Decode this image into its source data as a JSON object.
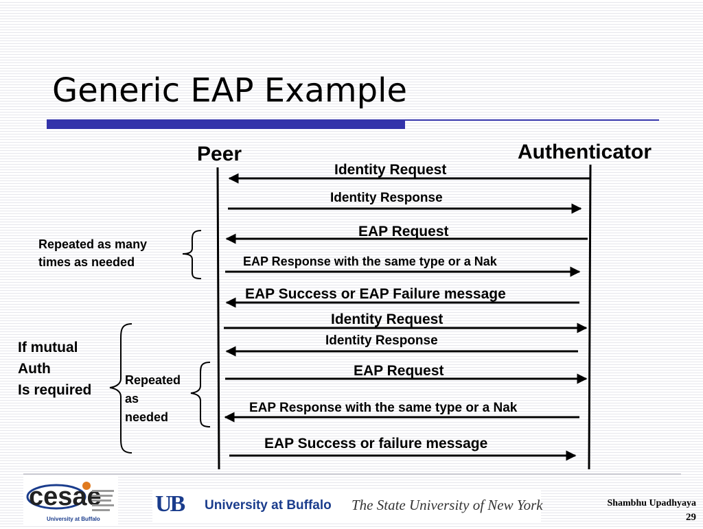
{
  "title": "Generic EAP Example",
  "actors": {
    "peer": "Peer",
    "authenticator": "Authenticator"
  },
  "messages": [
    {
      "label": "Identity Request",
      "direction": "to-peer"
    },
    {
      "label": "Identity Response",
      "direction": "to-authenticator"
    },
    {
      "label": "EAP Request",
      "direction": "to-peer"
    },
    {
      "label": "EAP Response with the same type or a Nak",
      "direction": "to-authenticator"
    },
    {
      "label": "EAP Success or EAP Failure message",
      "direction": "to-peer"
    },
    {
      "label": "Identity Request",
      "direction": "to-authenticator"
    },
    {
      "label": "Identity Response",
      "direction": "to-peer"
    },
    {
      "label": "EAP Request",
      "direction": "to-authenticator"
    },
    {
      "label": "EAP Response with the same type or a Nak",
      "direction": "to-peer"
    },
    {
      "label": "EAP Success or failure message",
      "direction": "to-authenticator"
    }
  ],
  "notes": {
    "repeat1": [
      "Repeated as many",
      "times as needed"
    ],
    "mutual": [
      "If mutual",
      "Auth",
      "Is required"
    ],
    "repeat2": [
      "Repeated",
      "as",
      "needed"
    ]
  },
  "footer": {
    "logo_left_text": "cesae",
    "logo_left_caption": "University at Buffalo",
    "ub_mark": "UB",
    "ub_name": "University at Buffalo",
    "ub_state": "The State University of New York",
    "author": "Shambhu Upadhyaya",
    "page_number": "29"
  },
  "colors": {
    "title_rule": "#3333aa",
    "stripe": "#e6e6ec",
    "ub_blue": "#1a3c8c",
    "ub_orange": "#e07a1f"
  }
}
